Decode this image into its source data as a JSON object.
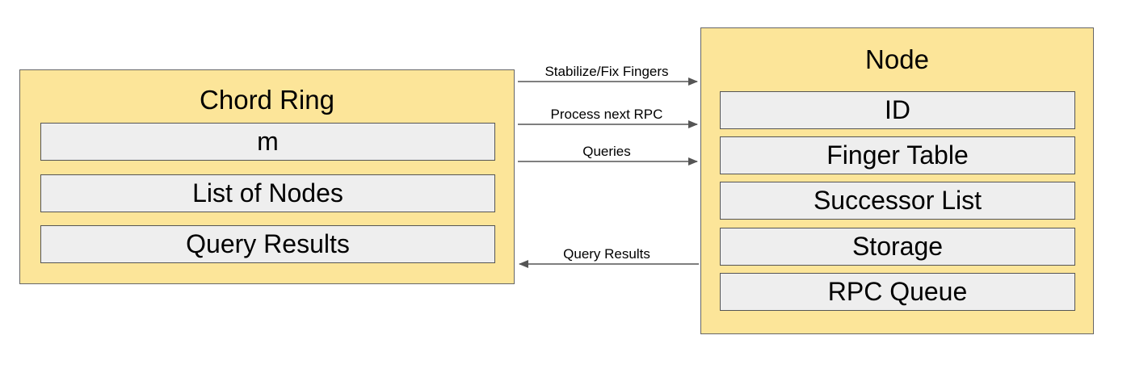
{
  "chord_ring": {
    "title": "Chord Ring",
    "fields": [
      "m",
      "List of Nodes",
      "Query Results"
    ]
  },
  "node": {
    "title": "Node",
    "fields": [
      "ID",
      "Finger Table",
      "Successor List",
      "Storage",
      "RPC Queue"
    ]
  },
  "arrows": [
    {
      "label": "Stabilize/Fix Fingers",
      "direction": "right"
    },
    {
      "label": "Process next RPC",
      "direction": "right"
    },
    {
      "label": "Queries",
      "direction": "right"
    },
    {
      "label": "Query Results",
      "direction": "left"
    }
  ],
  "colors": {
    "box_fill": "#fce599",
    "field_fill": "#eeeeee",
    "arrow": "#555555"
  }
}
